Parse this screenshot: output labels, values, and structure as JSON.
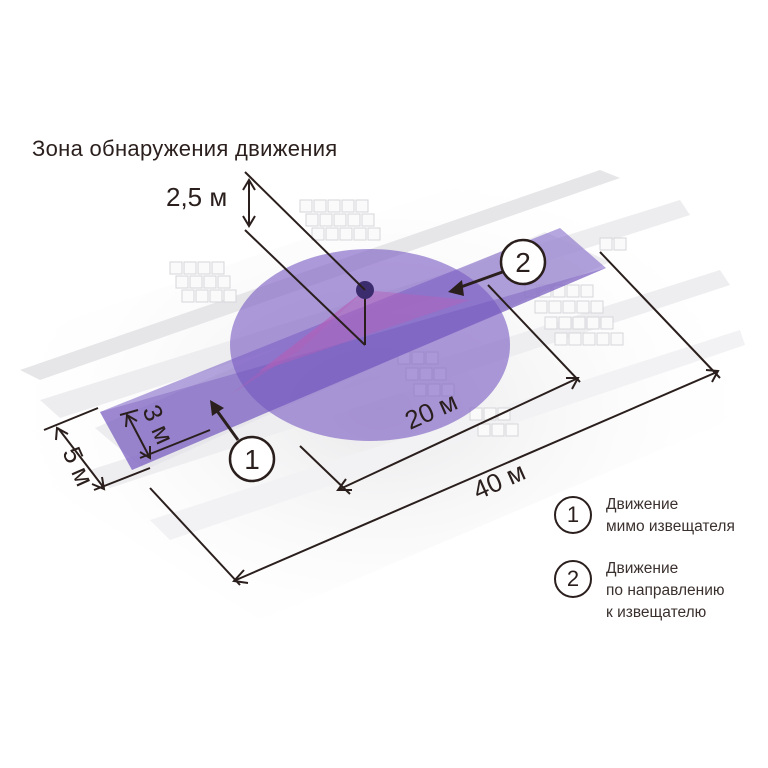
{
  "title": "Зона обнаружения движения",
  "dimensions": {
    "height": "2,5 м",
    "zone_width_outer": "5 м",
    "zone_width_inner": "3 м",
    "radius_range": "20 м",
    "total_length": "40 м"
  },
  "markers": {
    "passby": "1",
    "toward": "2"
  },
  "legend": [
    {
      "num": "1",
      "line1": "Движение",
      "line2": "мимо извещателя",
      "line3": ""
    },
    {
      "num": "2",
      "line1": "Движение",
      "line2": "по направлению",
      "line3": "к извещателю"
    }
  ],
  "colors": {
    "zone_fill": "#7a5cc4",
    "zone_highlight": "#b55fb8",
    "line_color": "#2a1f1d",
    "ground": "#ececee"
  }
}
